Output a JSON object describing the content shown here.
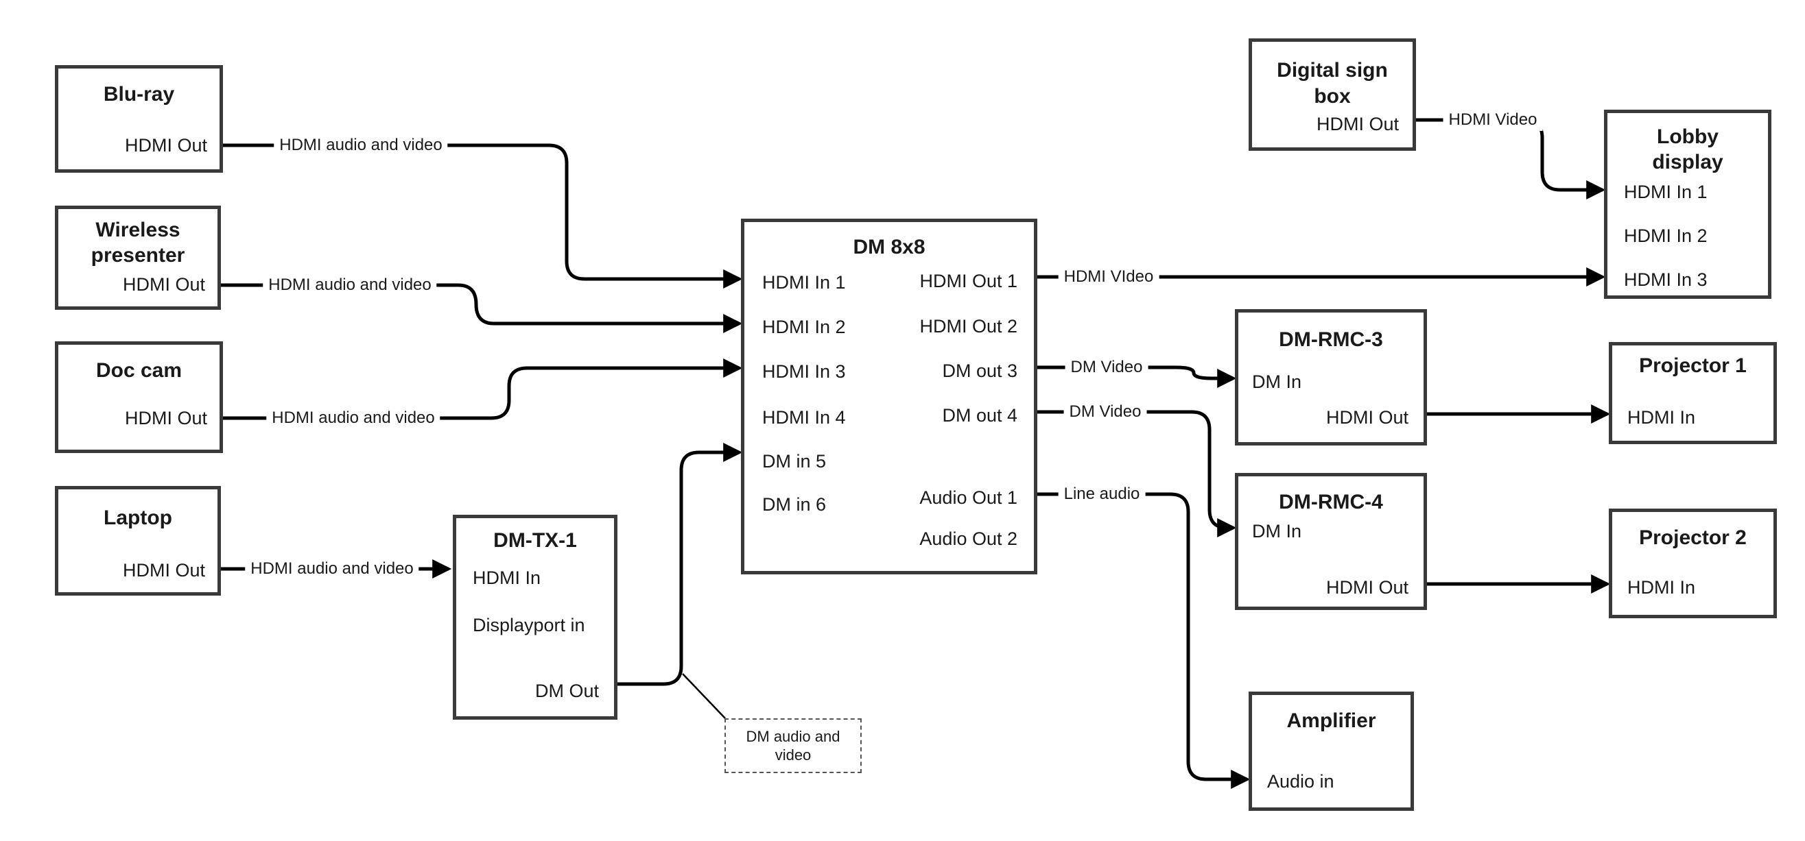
{
  "colors": {
    "wire": "#000000",
    "box_border": "#3a3a3a",
    "text": "#1a1a1a",
    "background": "#ffffff",
    "callout_border": "#555555"
  },
  "nodes": {
    "bluray": {
      "title_lines": [
        "Blu-ray"
      ],
      "ports": {
        "hdmi_out": "HDMI Out"
      }
    },
    "wireless": {
      "title_lines": [
        "Wireless",
        "presenter"
      ],
      "ports": {
        "hdmi_out": "HDMI Out"
      }
    },
    "doccam": {
      "title_lines": [
        "Doc cam"
      ],
      "ports": {
        "hdmi_out": "HDMI Out"
      }
    },
    "laptop": {
      "title_lines": [
        "Laptop"
      ],
      "ports": {
        "hdmi_out": "HDMI Out"
      }
    },
    "dmtx1": {
      "title_lines": [
        "DM-TX-1"
      ],
      "ports": {
        "hdmi_in": "HDMI In",
        "displayport_in": "Displayport in",
        "dm_out": "DM Out"
      }
    },
    "dm8x8": {
      "title_lines": [
        "DM 8x8"
      ],
      "ports": {
        "in1": "HDMI In 1",
        "in2": "HDMI In 2",
        "in3": "HDMI In 3",
        "in4": "HDMI In 4",
        "in5": "DM in 5",
        "in6": "DM in 6",
        "out1": "HDMI Out 1",
        "out2": "HDMI Out 2",
        "out3": "DM out 3",
        "out4": "DM out 4",
        "audio1": "Audio Out 1",
        "audio2": "Audio Out 2"
      }
    },
    "digitalsign": {
      "title_lines": [
        "Digital sign",
        "box"
      ],
      "ports": {
        "hdmi_out": "HDMI Out"
      }
    },
    "lobby": {
      "title_lines": [
        "Lobby",
        "display"
      ],
      "ports": {
        "in1": "HDMI In 1",
        "in2": "HDMI In 2",
        "in3": "HDMI In 3"
      }
    },
    "rmc3": {
      "title_lines": [
        "DM-RMC-3"
      ],
      "ports": {
        "dm_in": "DM In",
        "hdmi_out": "HDMI Out"
      }
    },
    "proj1": {
      "title_lines": [
        "Projector 1"
      ],
      "ports": {
        "hdmi_in": "HDMI In"
      }
    },
    "rmc4": {
      "title_lines": [
        "DM-RMC-4"
      ],
      "ports": {
        "dm_in": "DM In",
        "hdmi_out": "HDMI Out"
      }
    },
    "proj2": {
      "title_lines": [
        "Projector 2"
      ],
      "ports": {
        "hdmi_in": "HDMI In"
      }
    },
    "amplifier": {
      "title_lines": [
        "Amplifier"
      ],
      "ports": {
        "audio_in": "Audio in"
      }
    }
  },
  "wire_labels": {
    "bluray_feed": "HDMI audio and video",
    "wireless_feed": "HDMI audio and video",
    "doccam_feed": "HDMI audio and video",
    "laptop_feed": "HDMI audio and video",
    "hdmi_out1": "HDMI VIdeo",
    "dm_out3": "DM Video",
    "dm_out4": "DM Video",
    "audio_out1": "Line audio",
    "digitalsign_feed": "HDMI Video"
  },
  "callout": {
    "lines": [
      "DM audio and",
      "video"
    ]
  }
}
